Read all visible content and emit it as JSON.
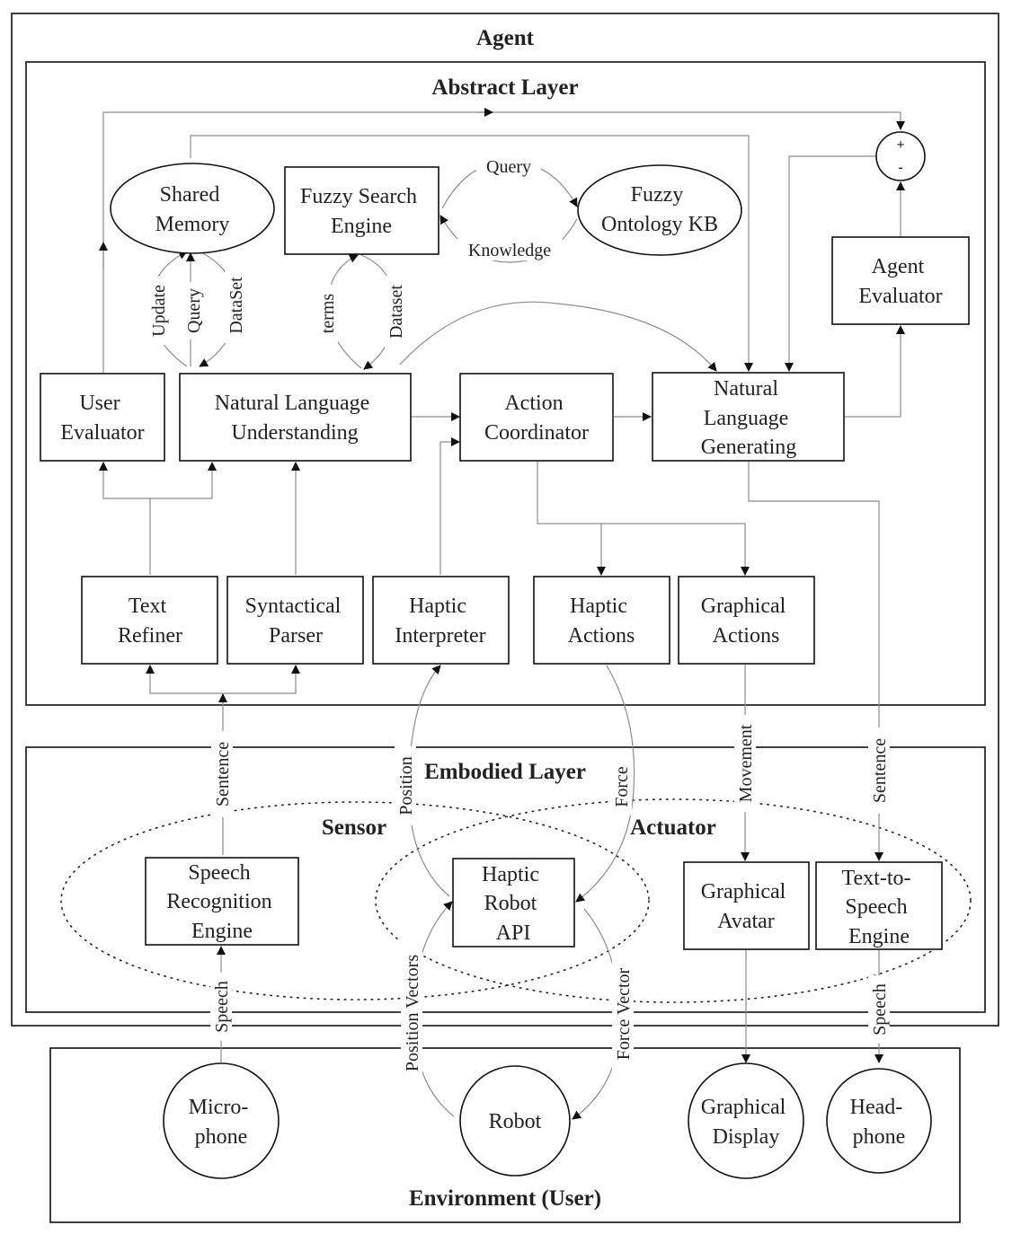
{
  "containers": {
    "agent": "Agent",
    "abstract_layer": "Abstract Layer",
    "embodied_layer": "Embodied Layer",
    "environment": "Environment (User)",
    "sensor": "Sensor",
    "actuator": "Actuator"
  },
  "nodes": {
    "shared_memory": [
      "Shared",
      "Memory"
    ],
    "fuzzy_search_engine": [
      "Fuzzy Search",
      "Engine"
    ],
    "fuzzy_ontology_kb": [
      "Fuzzy",
      "Ontology KB"
    ],
    "agent_evaluator": [
      "Agent",
      "Evaluator"
    ],
    "sum_plus": "+",
    "sum_minus": "-",
    "user_evaluator": [
      "User",
      "Evaluator"
    ],
    "nlu": [
      "Natural Language",
      "Understanding"
    ],
    "action_coordinator": [
      "Action",
      "Coordinator"
    ],
    "nlg": [
      "Natural",
      "Language",
      "Generating"
    ],
    "text_refiner": [
      "Text",
      "Refiner"
    ],
    "syntactical_parser": [
      "Syntactical",
      "Parser"
    ],
    "haptic_interpreter": [
      "Haptic",
      "Interpreter"
    ],
    "haptic_actions": [
      "Haptic",
      "Actions"
    ],
    "graphical_actions": [
      "Graphical",
      "Actions"
    ],
    "speech_recognition_engine": [
      "Speech",
      "Recognition",
      "Engine"
    ],
    "haptic_robot_api": [
      "Haptic",
      "Robot",
      "API"
    ],
    "graphical_avatar": [
      "Graphical",
      "Avatar"
    ],
    "text_to_speech_engine": [
      "Text-to-",
      "Speech",
      "Engine"
    ],
    "microphone": [
      "Micro-",
      "phone"
    ],
    "robot": [
      "Robot"
    ],
    "graphical_display": [
      "Graphical",
      "Display"
    ],
    "headphone": [
      "Head-",
      "phone"
    ]
  },
  "edge_labels": {
    "query_top": "Query",
    "knowledge": "Knowledge",
    "update": "Update",
    "query_memory": "Query",
    "dataset_memory": "DataSet",
    "terms": "terms",
    "dataset_search": "Dataset",
    "sentence_in": "Sentence",
    "position": "Position",
    "force": "Force",
    "movement": "Movement",
    "sentence_out": "Sentence",
    "speech_in": "Speech",
    "position_vectors": "Position Vectors",
    "force_vector": "Force Vector",
    "speech_out": "Speech"
  }
}
